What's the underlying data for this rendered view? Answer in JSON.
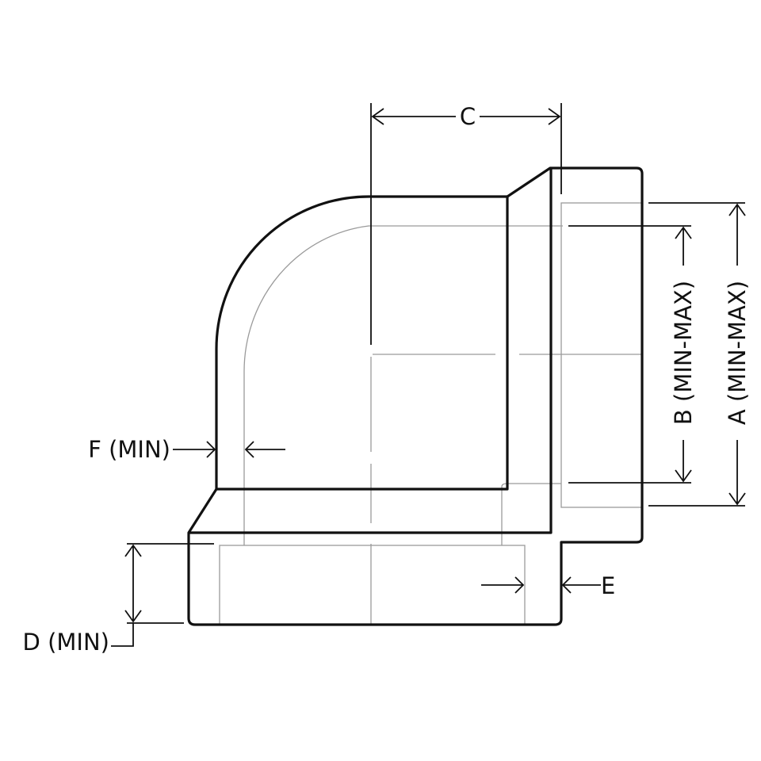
{
  "title": "90 degree threaded elbow dimension drawing",
  "dimensions": {
    "a": "A (MIN-MAX)",
    "b": "B (MIN-MAX)",
    "c": "C",
    "d": "D (MIN)",
    "e": "E",
    "f": "F (MIN)"
  },
  "colors": {
    "outline": "#111111",
    "hidden": "#9a9a9a",
    "background": "#ffffff"
  }
}
